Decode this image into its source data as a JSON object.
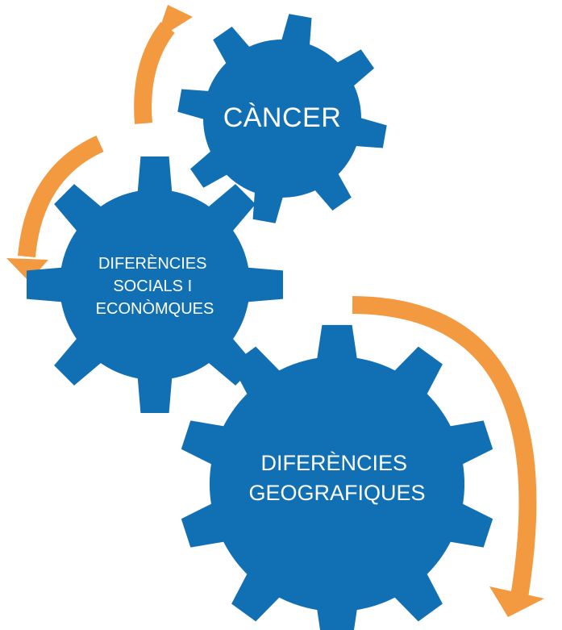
{
  "diagram": {
    "colors": {
      "gear": "#1170b4",
      "arrow": "#f39a40",
      "text": "#ffffff",
      "background": "#ffffff"
    },
    "gears": {
      "cancer": {
        "lines": [
          "CÀNCER"
        ]
      },
      "social": {
        "lines": [
          "DIFERÈNCIES",
          "SOCIALS I",
          "ECONÒMQUES"
        ]
      },
      "geo": {
        "lines": [
          "DIFERÈNCIES",
          "GEOGRAFIQUES"
        ]
      }
    },
    "arrows": [
      "arrow-up-to-cancer",
      "arrow-left-to-social",
      "arrow-right-down-to-geo"
    ]
  }
}
